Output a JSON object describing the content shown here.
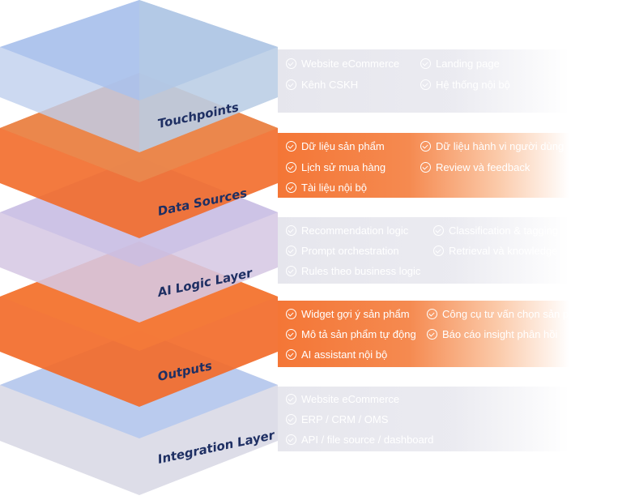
{
  "layers": [
    {
      "title": "Touchpoints",
      "style": "light",
      "items": [
        "Website eCommerce",
        "Landing page",
        "Kênh CSKH",
        "Hệ thống nội bộ"
      ]
    },
    {
      "title": "Data Sources",
      "style": "orange",
      "items": [
        "Dữ liệu sản phẩm",
        "Dữ liệu hành vi người dùng",
        "Lịch sử mua hàng",
        "Review và feedback",
        "Tài liệu nội bộ"
      ]
    },
    {
      "title": "AI Logic Layer",
      "style": "light",
      "items": [
        "Recommendation logic",
        "Classification & tagging",
        "Prompt orchestration",
        "Retrieval và knowledge",
        "Rules theo business logic"
      ]
    },
    {
      "title": "Outputs",
      "style": "orange",
      "items": [
        "Widget gợi ý sản phẩm",
        "Công cụ tư vấn chọn sản phẩm",
        "Mô tả sản phẩm tự động",
        "Báo cáo insight phân hồi",
        "AI assistant nội bộ"
      ]
    },
    {
      "title": "Integration Layer",
      "style": "light",
      "items": [
        "Website eCommerce",
        "ERP / CRM / OMS",
        "API / file source / dashboard"
      ]
    }
  ],
  "colors": {
    "label": "#1e2f63",
    "orange": "#f26b2a",
    "blue": "#aec2ec",
    "lavender": "#d9cde6",
    "gray": "#dcdce6"
  },
  "icons": {
    "bullet": "check-circle-icon"
  }
}
